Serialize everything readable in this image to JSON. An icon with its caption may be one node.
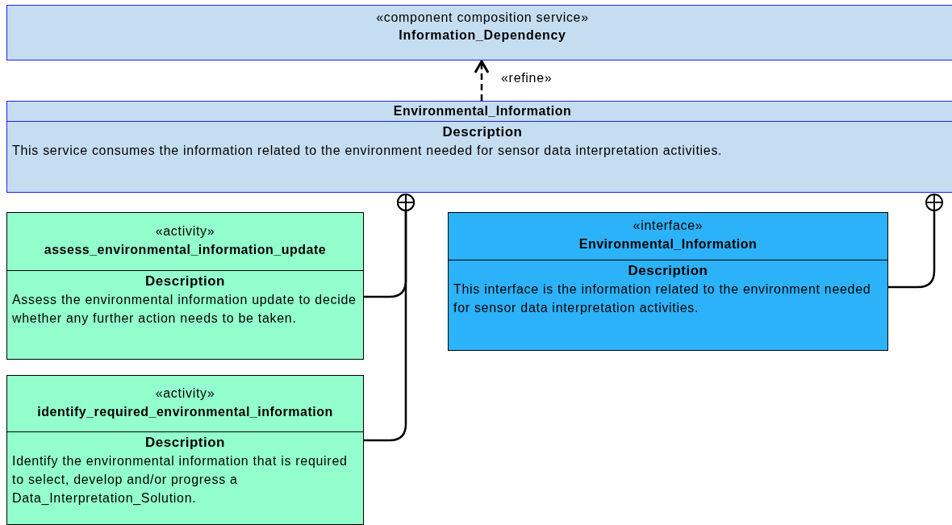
{
  "diagram": {
    "nodes": [
      {
        "text": [
          "«component composition service»",
          "Information_Dependency"
        ]
      },
      {
        "text": [
          "Environmental_Information",
          "Description",
          "This service consumes the information related to the environment needed for sensor data interpretation activities."
        ]
      },
      {
        "text": [
          "«activity»",
          "assess_environmental_information_update",
          "Description",
          "Assess the environmental information update to decide whether any further action needs to be taken."
        ]
      },
      {
        "text": [
          "«activity»",
          "identify_required_environmental_information",
          "Description",
          "Identify the environmental information that is required to select, develop and/or progress a Data_Interpretation_Solution."
        ]
      },
      {
        "text": [
          "«interface»",
          "Environmental_Information",
          "Description",
          "This interface is the information related to the environment needed for sensor data interpretation activities."
        ]
      }
    ],
    "edges": [
      {
        "from": 1,
        "to": 0,
        "arrow": "to",
        "style": "dashed",
        "label": "«refine»"
      },
      {
        "from": 2,
        "to": 1,
        "arrow": "other"
      },
      {
        "from": 3,
        "to": 1,
        "arrow": "other"
      },
      {
        "from": 4,
        "to": 1,
        "arrow": "other"
      }
    ]
  }
}
